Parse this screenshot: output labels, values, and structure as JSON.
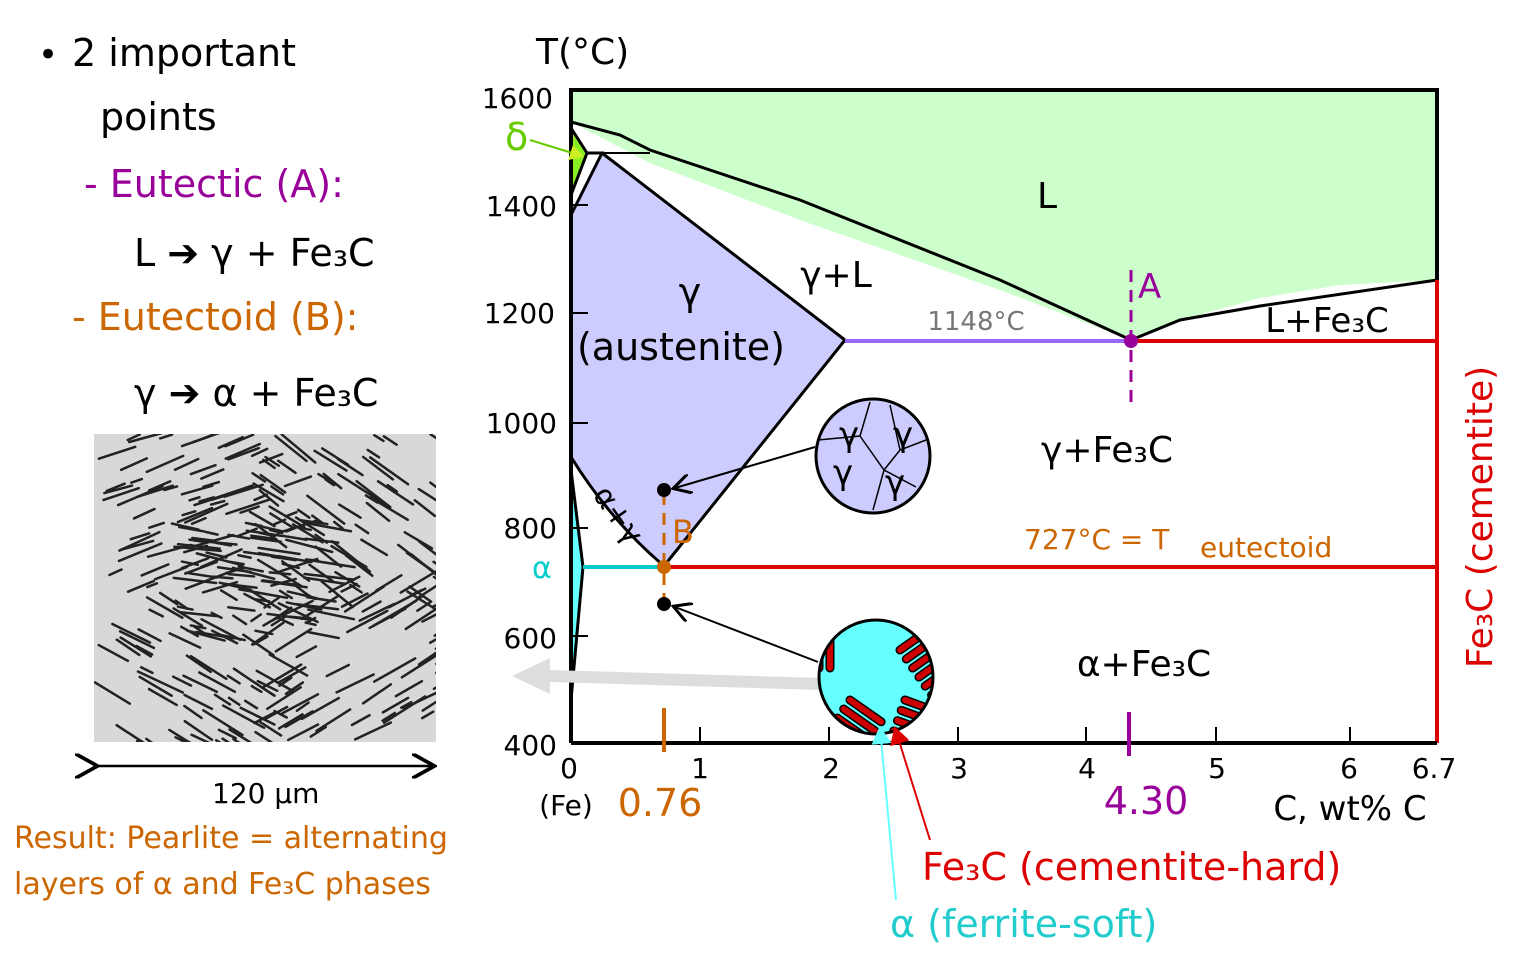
{
  "left_text": {
    "bullet": "•",
    "line1": "2 important",
    "line2": "points",
    "eutectic_label": "- Eutectic (A):",
    "eutectic_reaction": "L ➔ γ + Fe₃C",
    "eutectoid_label": "- Eutectoid (B):",
    "eutectoid_reaction": "γ ➔ α + Fe₃C",
    "scale_label": "120 μm",
    "result_line1": "Result:  Pearlite = alternating",
    "result_line2": "layers of α and Fe₃C phases"
  },
  "diagram": {
    "y_axis_title": "T(°C)",
    "x_axis_title": "C, wt% C",
    "y_ticks": [
      "1600",
      "1400",
      "1200",
      "1000",
      "800",
      "600",
      "400"
    ],
    "x_ticks": [
      "0",
      "1",
      "2",
      "3",
      "4",
      "5",
      "6",
      "6.7"
    ],
    "fe_label": "(Fe)",
    "regions": {
      "liquid": "L",
      "gamma_liquid": "γ+L",
      "gamma": "γ",
      "austenite": "(austenite)",
      "l_fe3c": "L+Fe₃C",
      "gamma_fe3c": "γ+Fe₃C",
      "alpha_fe3c": "α+Fe₃C",
      "alpha_gamma": "α+γ",
      "delta": "δ",
      "alpha": "α",
      "cementite": "Fe₃C (cementite)"
    },
    "eutectic_temp": "1148°C",
    "eutectoid_temp": "727°C = T",
    "eutectoid_sub": "eutectoid",
    "point_a": "A",
    "point_b": "B",
    "eutectoid_comp": "0.76",
    "eutectic_comp": "4.30",
    "grain_labels": [
      "γ",
      "γ",
      "γ",
      "γ"
    ],
    "fe3c_callout": "Fe₃C (cementite-hard)",
    "ferrite_callout": "α (ferrite-soft)",
    "colors": {
      "liquid": "#ccffcc",
      "austenite": "#ccccff",
      "delta": "#88ee22",
      "ferrite": "#66ffff",
      "cementite": "#dd0000",
      "eutectic": "#990099",
      "eutectoid": "#cc6600",
      "eutectic_line": "#9966ff"
    }
  }
}
